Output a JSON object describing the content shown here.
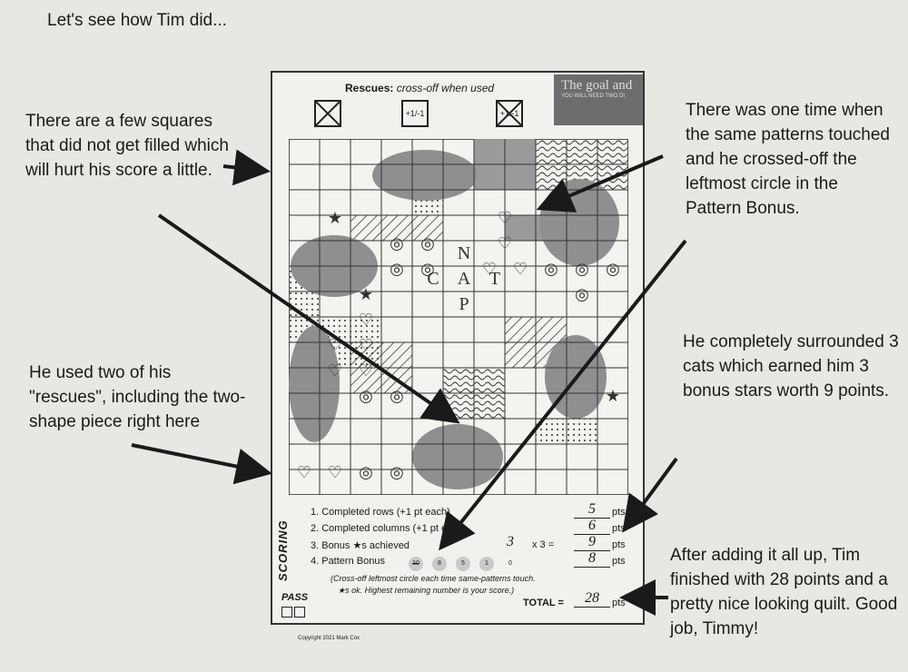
{
  "heading": "Let's see how Tim did...",
  "notes": {
    "unfilled": "There are a few squares that did not get filled which will hurt his score a little.",
    "patterns": "There was one time when the same patterns touched and he crossed-off the leftmost circle in the Pattern Bonus.",
    "rescues": "He used two of his \"rescues\", including the two-shape piece right here",
    "cats": "He completely surrounded 3 cats which earned him 3 bonus stars worth 9 points.",
    "total": "After adding it all up, Tim finished with 28 points and a pretty nice looking quilt. Good job, Timmy!"
  },
  "sheet": {
    "rescues_title": "Rescues:",
    "rescues_sub": "cross-off when used",
    "rescue_boxes": [
      "",
      "+1/-1",
      "+1/-1"
    ],
    "banner_text": "The goal and",
    "banner_sub": "YOU WILL NEED TWO DI",
    "grid_letters": [
      "N",
      "C",
      "A",
      "T",
      "P"
    ],
    "scoring_label": "SCORING",
    "scoring": [
      {
        "label": "1. Completed rows (+1 pt each)",
        "value": "5",
        "unit": "pts"
      },
      {
        "label": "2. Completed columns (+1 pt each)",
        "value": "6",
        "unit": "pts"
      },
      {
        "label": "3. Bonus ★s achieved",
        "mid": "3",
        "mult": "x 3 =",
        "value": "9",
        "unit": "pts"
      },
      {
        "label": "4. Pattern Bonus",
        "value": "8",
        "unit": "pts"
      }
    ],
    "pattern_bonus_circles": [
      "10",
      "8",
      "5",
      "1",
      "0"
    ],
    "note_line1": "(Cross-off leftmost circle each time same-patterns touch.",
    "note_line2": "★s ok. Highest remaining number is your score.)",
    "pass_label": "PASS",
    "total_label": "TOTAL =",
    "total_value": "28",
    "total_unit": "pts",
    "copyright": "Copyright 2021 Mark Cox"
  }
}
